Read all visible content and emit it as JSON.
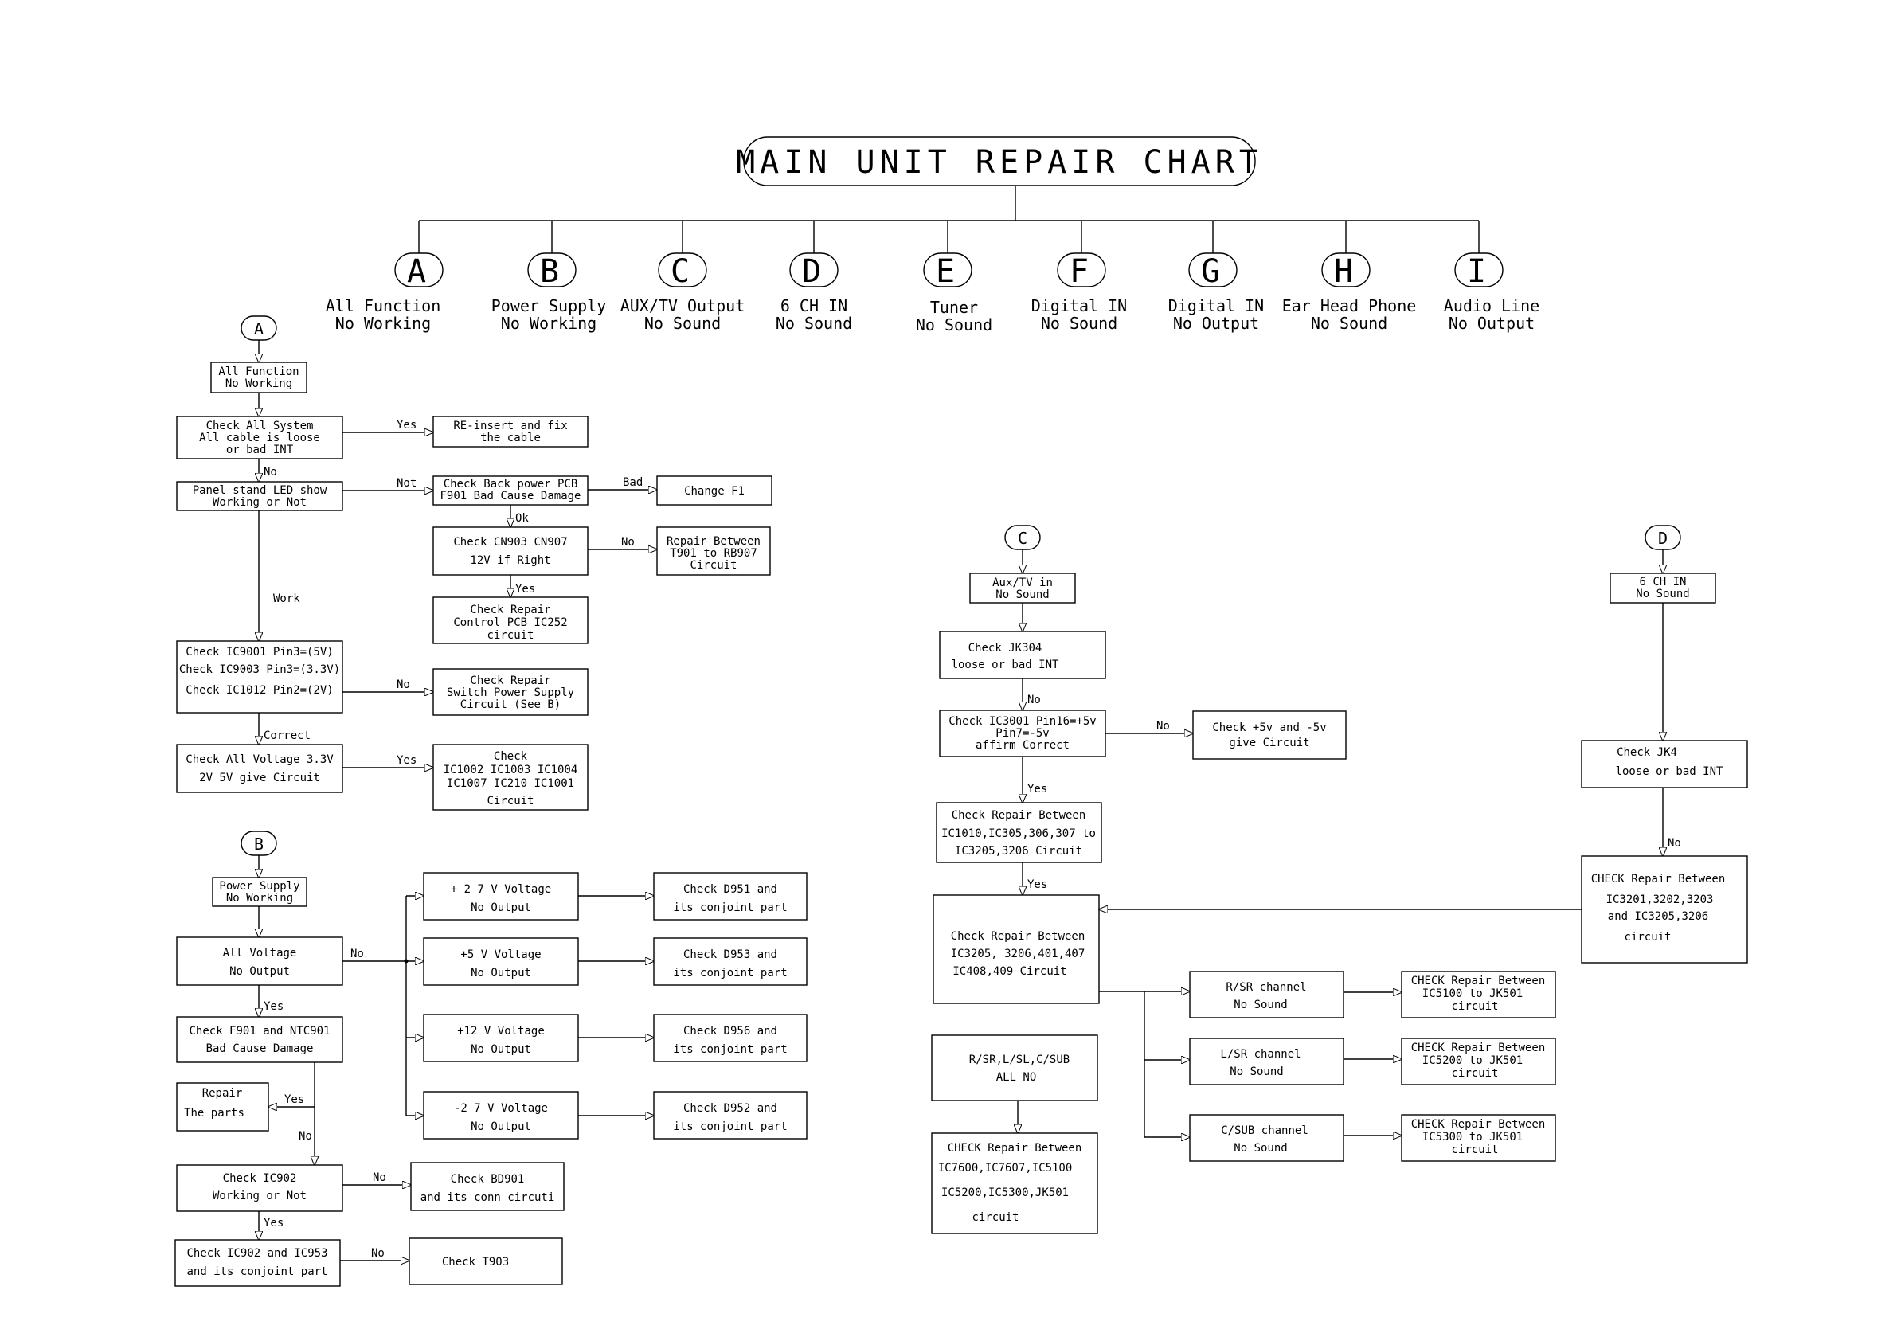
{
  "title": "MAIN UNIT REPAIR CHART",
  "branches": [
    {
      "letter": "A",
      "l1": "All Function",
      "l2": "No Working"
    },
    {
      "letter": "B",
      "l1": "Power Supply",
      "l2": "No Working"
    },
    {
      "letter": "C",
      "l1": "AUX/TV Output",
      "l2": "No Sound"
    },
    {
      "letter": "D",
      "l1": "6 CH IN",
      "l2": "No Sound"
    },
    {
      "letter": "E",
      "l1": "Tuner",
      "l2": "No Sound"
    },
    {
      "letter": "F",
      "l1": "Digital IN",
      "l2": "No Sound"
    },
    {
      "letter": "G",
      "l1": "Digital IN",
      "l2": "No Output"
    },
    {
      "letter": "H",
      "l1": "Ear Head Phone",
      "l2": "No Sound"
    },
    {
      "letter": "I",
      "l1": "Audio Line",
      "l2": "No Output"
    }
  ],
  "sections": {
    "A": {
      "marker": "A",
      "a1": [
        "All Function",
        "No Working"
      ],
      "a2": [
        "Check All System",
        "All cable is loose",
        "or bad INT"
      ],
      "a3": [
        "RE-insert and fix",
        "the cable"
      ],
      "a4": [
        "Panel stand LED show",
        "Working or Not"
      ],
      "a5": [
        "Check Back power PCB",
        "F901 Bad Cause Damage"
      ],
      "a6": [
        "Change F1"
      ],
      "a7": [
        "Check CN903  CN907",
        "12V if Right"
      ],
      "a8": [
        "Repair Between",
        "T901 to RB907",
        "Circuit"
      ],
      "a9": [
        "Check Repair",
        "Control PCB IC252",
        "circuit"
      ],
      "a10": [
        "Check IC9001 Pin3=(5V)",
        "Check IC9003 Pin3=(3.3V)",
        "Check IC1012 Pin2=(2V)"
      ],
      "a11": [
        "Check Repair",
        "Switch Power Supply",
        "Circuit (See B)"
      ],
      "a12": [
        "Check All Voltage 3.3V",
        "2V  5V give Circuit"
      ],
      "a13": [
        "Check",
        "IC1002  IC1003  IC1004",
        "IC1007   IC210   IC1001",
        "Circuit"
      ]
    },
    "B": {
      "marker": "B",
      "b1": [
        "Power Supply",
        "No Working"
      ],
      "b2": [
        "All Voltage",
        "No Output"
      ],
      "b3": [
        "+ 2 7 V    Voltage",
        "No Output"
      ],
      "b4": [
        "Check D951 and",
        "its conjoint part"
      ],
      "b5": [
        "+5  V    Voltage",
        "No Output"
      ],
      "b6": [
        "Check D953 and",
        "its conjoint part"
      ],
      "b7": [
        "+12  V   Voltage",
        "No Output"
      ],
      "b8": [
        "Check D956 and",
        "its conjoint part"
      ],
      "b9": [
        "-2 7 V    Voltage",
        "No Output"
      ],
      "b10": [
        "Check D952 and",
        "its conjoint part"
      ],
      "b11": [
        "Check F901 and NTC901",
        "Bad Cause Damage"
      ],
      "b12": [
        "Repair",
        "The  parts"
      ],
      "b13": [
        "Check IC902",
        "Working or Not"
      ],
      "b14": [
        "Check BD901",
        "and its conn circuti"
      ],
      "b15": [
        "Check IC902 and IC953",
        "and its conjoint part"
      ],
      "b16": [
        "Check T903"
      ]
    },
    "C": {
      "marker": "C",
      "c1": [
        "Aux/TV in",
        "No Sound"
      ],
      "c2": [
        "Check  JK304",
        "loose or bad INT"
      ],
      "c3": [
        "Check IC3001 Pin16=+5v",
        "Pin7=-5v",
        "affirm Correct"
      ],
      "c4": [
        "Check +5v and -5v",
        "give Circuit"
      ],
      "c5": [
        "Check Repair Between",
        "IC1010,IC305,306,307 to",
        "IC3205,3206  Circuit"
      ],
      "c6": [
        "Check Repair Between",
        "IC3205, 3206,401,407",
        "IC408,409   Circuit"
      ],
      "c7": [
        "R/SR,L/SL,C/SUB",
        "ALL NO"
      ],
      "c8": [
        "CHECK Repair Between",
        "IC7600,IC7607,IC5100",
        "IC5200,IC5300,JK501",
        "circuit"
      ],
      "c9": [
        "R/SR channel",
        "No Sound"
      ],
      "c10": [
        "CHECK Repair Between",
        "IC5100  to  JK501",
        "circuit"
      ],
      "c11": [
        "L/SR   channel",
        "No Sound"
      ],
      "c12": [
        "CHECK Repair Between",
        "IC5200  to  JK501",
        "circuit"
      ],
      "c13": [
        "C/SUB channel",
        "No Sound"
      ],
      "c14": [
        "CHECK Repair Between",
        "IC5300  to  JK501",
        "circuit"
      ]
    },
    "D": {
      "marker": "D",
      "d1": [
        "6 CH IN",
        "No Sound"
      ],
      "d2": [
        "Check JK4",
        "loose or bad INT"
      ],
      "d3": [
        "CHECK Repair Between",
        "IC3201,3202,3203",
        "and IC3205,3206",
        "circuit"
      ]
    }
  },
  "labels": {
    "yes": "Yes",
    "no": "No",
    "not": "Not",
    "bad": "Bad",
    "ok": "Ok",
    "work": "Work",
    "correct": "Correct"
  }
}
